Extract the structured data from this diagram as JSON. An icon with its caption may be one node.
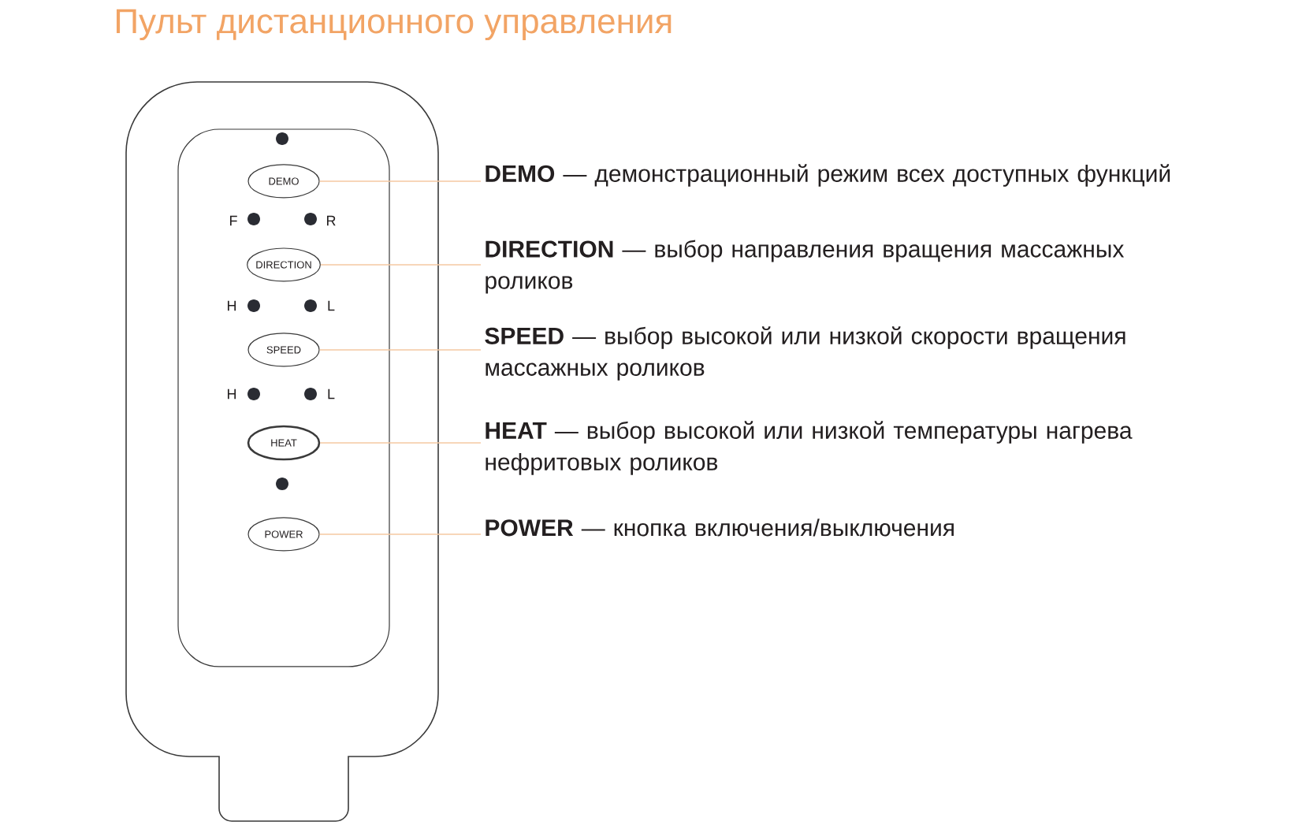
{
  "diagram": {
    "title": "Пульт дистанционного управления",
    "nodes": [
      {
        "text": [
          "DEMO"
        ]
      },
      {
        "text": [
          "DIRECTION"
        ]
      },
      {
        "text": [
          "SPEED"
        ]
      },
      {
        "text": [
          "HEAT"
        ]
      },
      {
        "text": [
          "POWER"
        ]
      },
      {
        "text": [
          "**DEMO** — демонстрационный режим всех доступных функций"
        ]
      },
      {
        "text": [
          "**DIRECTION** — выбор направления вращения массажных роликов"
        ]
      },
      {
        "text": [
          "**SPEED** — выбор высокой или низкой скорости вращения массажных роликов"
        ]
      },
      {
        "text": [
          "**HEAT** — выбор высокой или низкой температуры нагрева нефритовых роликов"
        ]
      },
      {
        "text": [
          "**POWER** — кнопка включения/выключения"
        ]
      }
    ],
    "edges": [
      {
        "from": 5,
        "to": 0,
        "arrow": "none"
      },
      {
        "from": 6,
        "to": 1,
        "arrow": "none"
      },
      {
        "from": 7,
        "to": 2,
        "arrow": "none"
      },
      {
        "from": 8,
        "to": 3,
        "arrow": "none"
      },
      {
        "from": 9,
        "to": 4,
        "arrow": "none"
      }
    ],
    "labels": [
      "F",
      "R",
      "H",
      "L",
      "H",
      "L"
    ]
  }
}
